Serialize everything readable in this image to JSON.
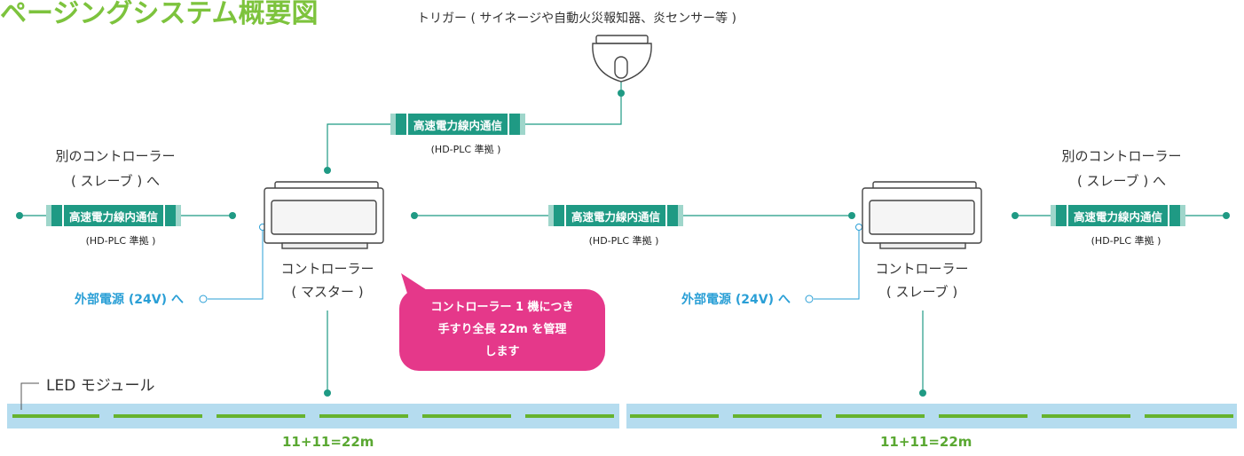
{
  "title": "ページングシステム概要図",
  "trigger_label": "トリガー ( サイネージや自動火災報知器、炎センサー等 )",
  "plc_label": "高速電力線内通信",
  "plc_sub": "(HD-PLC 準拠 )",
  "other_controller": {
    "line1": "別のコントローラー",
    "line2": "( スレーブ ) へ"
  },
  "power_label": "外部電源 (24V) へ",
  "master": {
    "line1": "コントローラー",
    "line2": "( マスター )"
  },
  "slave": {
    "line1": "コントローラー",
    "line2": "( スレーブ )"
  },
  "callout": {
    "line1": "コントローラー 1 機につき",
    "line2": "手すり全長 22m を管理",
    "line3": "します"
  },
  "led_label": "LED モジュール",
  "measurement": "11+11=22m",
  "colors": {
    "green": "#7dc33d",
    "teal": "#1f9a84",
    "cyan": "#2a9fd6",
    "pink": "#e5388a",
    "led_bar": "#b5dcef",
    "led_line": "#66b32e"
  }
}
